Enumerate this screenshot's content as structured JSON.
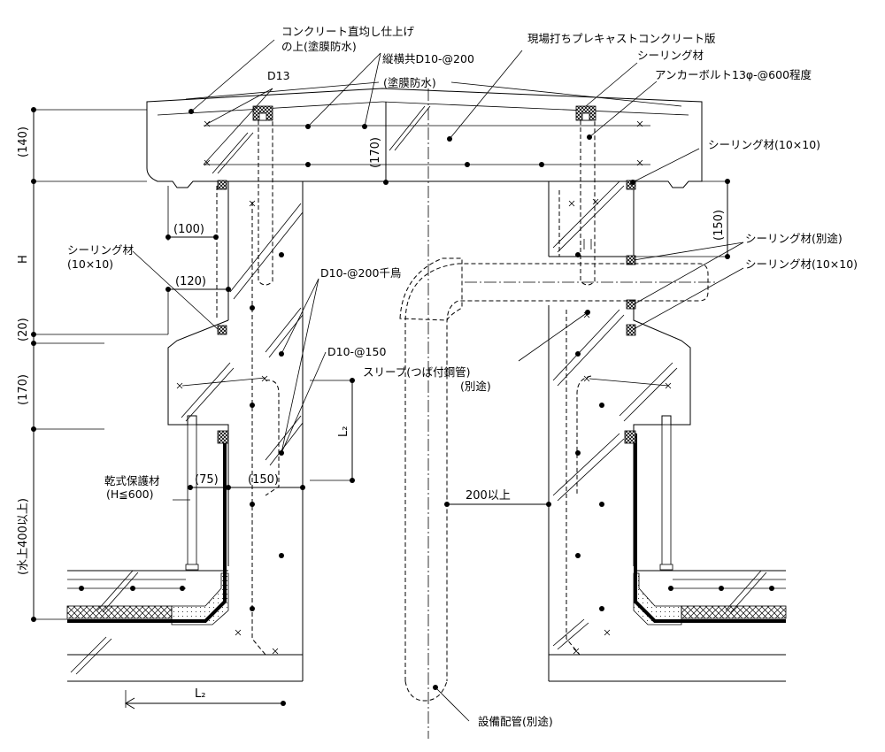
{
  "labels": {
    "concrete_finish_line1": "コンクリート直均し仕上げ",
    "concrete_finish_line2": "の上(塗膜防水)",
    "d13": "D13",
    "rebar_both": "縦横共D10-@200",
    "coating_waterproof": "(塗膜防水)",
    "precast_slab": "現場打ちプレキャストコンクリート版",
    "sealing_top": "シーリング材",
    "anchor_bolt": "アンカーボルト13φ-@600程度",
    "sealing_10x10_right_top": "シーリング材(10×10)",
    "sealing_separate": "シーリング材(別途)",
    "sealing_10x10_right_mid": "シーリング材(10×10)",
    "sealing_left_line1": "シーリング材",
    "sealing_left_line2": "(10×10)",
    "rebar_staggered": "D10-@200千鳥",
    "rebar_150": "D10-@150",
    "sleeve_line1": "スリーブ(つば付鋼管)",
    "sleeve_line2": "(別途)",
    "dry_protection_line1": "乾式保護材",
    "dry_protection_line2": "(H≦600)",
    "min_200": "200以上",
    "equipment_pipe": "設備配管(別途)"
  },
  "dimensions": {
    "d140": "(140)",
    "dH": "H",
    "d20": "(20)",
    "d170_left": "(170)",
    "d400": "(水上400以上)",
    "d170_top": "(170)",
    "d100": "(100)",
    "d120": "(120)",
    "d75": "(75)",
    "d150_bottom": "(150)",
    "d150_right": "(150)",
    "L2_vertical": "L₂",
    "L2_horizontal": "L₂"
  }
}
